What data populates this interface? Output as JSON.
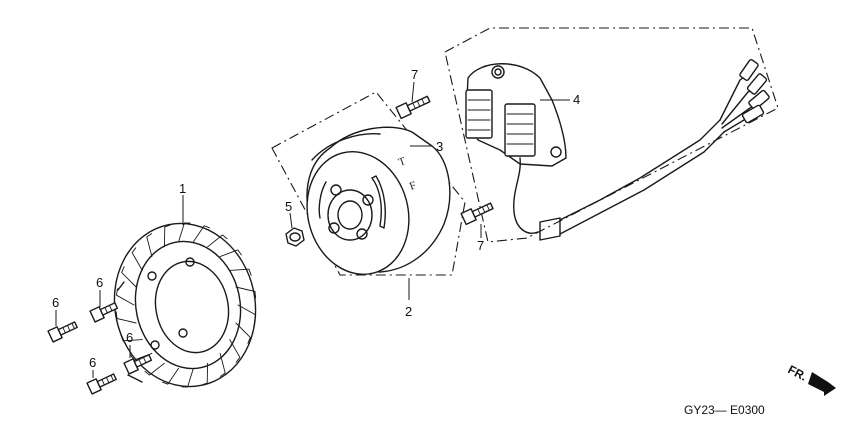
{
  "callouts": {
    "fan": "1",
    "flywheel_group": "2",
    "flywheel": "3",
    "stator": "4",
    "nut": "5",
    "bolt_fan_a": "6",
    "bolt_fan_b": "6",
    "bolt_fan_c": "6",
    "bolt_fan_d": "6",
    "bolt_stator_top": "7",
    "bolt_stator_bottom": "7"
  },
  "flywheel_marks": {
    "t": "T",
    "f": "F"
  },
  "direction": {
    "label": "FR."
  },
  "diagram_code": "GY23— E0300"
}
